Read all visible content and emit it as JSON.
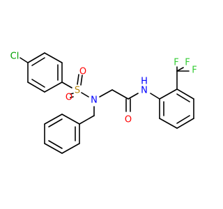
{
  "colors": {
    "background": "#ffffff",
    "bond": "#000000",
    "carbon": "#000000",
    "nitrogen": "#0000ff",
    "oxygen": "#ff0000",
    "sulfur": "#b8860b",
    "chlorine": "#00a000",
    "fluorine": "#33cc33"
  },
  "atoms": {
    "cl": "Cl",
    "o_sulfonyl_left": "O",
    "s": "S",
    "o_sulfonyl_right": "O",
    "n_sulfonamide": "N",
    "n_amide": "N",
    "h_amide": "H",
    "o_carbonyl": "O",
    "f_top_left": "F",
    "f_top_right": "F",
    "f_right": "F"
  }
}
